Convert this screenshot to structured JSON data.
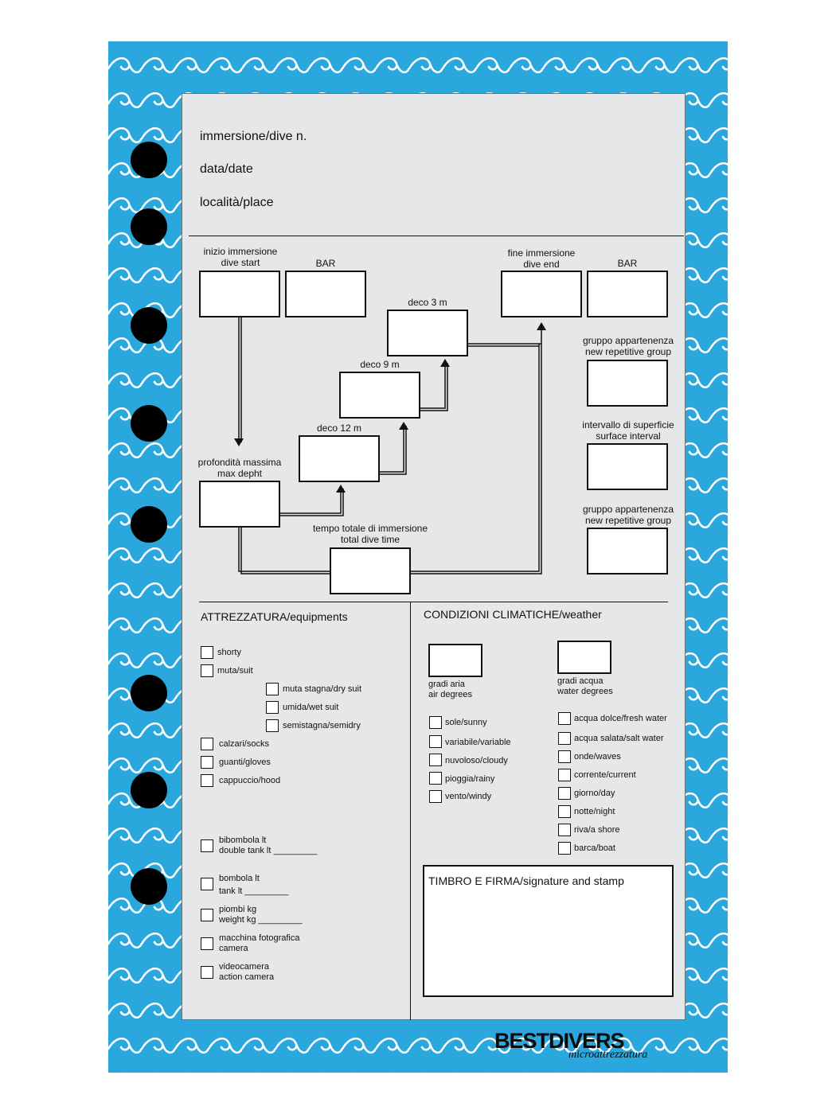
{
  "header": {
    "dive_no": "immersione/dive n.",
    "date": "data/date",
    "place": "località/place"
  },
  "profile": {
    "dive_start": [
      "inizio immersione",
      "dive start"
    ],
    "bar_start": "BAR",
    "dive_end": [
      "fine immersione",
      "dive end"
    ],
    "bar_end": "BAR",
    "deco3": "deco 3 m",
    "deco9": "deco 9 m",
    "deco12": "deco 12 m",
    "max_depth": [
      "profondità massima",
      "max depht"
    ],
    "total_time": [
      "tempo totale di immersione",
      "total dive time"
    ],
    "group1": [
      "gruppo appartenenza",
      "new repetitive group"
    ],
    "surface_interval": [
      "intervallo di superficie",
      "surface interval"
    ],
    "group2": [
      "gruppo appartenenza",
      "new repetitive group"
    ]
  },
  "equipment": {
    "title": "ATTREZZATURA/equipments",
    "items": {
      "shorty": "shorty",
      "suit": "muta/suit",
      "drysuit": "muta stagna/dry suit",
      "wetsuit": "umida/wet suit",
      "semidry": "semistagna/semidry",
      "socks": "calzari/socks",
      "gloves": "guanti/gloves",
      "hood": "cappuccio/hood",
      "double_tank": [
        "bibombola lt",
        "double tank lt  _________"
      ],
      "tank": [
        "bombola lt",
        "tank lt    _________"
      ],
      "weight": [
        "piombi kg",
        "weight kg _________"
      ],
      "camera": [
        "macchina fotografica",
        "camera"
      ],
      "videocamera": [
        "videocamera",
        "action camera"
      ]
    }
  },
  "weather": {
    "title": "CONDIZIONI CLIMATICHE/weather",
    "air": [
      "gradi aria",
      "air degrees"
    ],
    "water": [
      "gradi acqua",
      "water degrees"
    ],
    "left_items": [
      "sole/sunny",
      "variabile/variable",
      "nuvoloso/cloudy",
      "pioggia/rainy",
      "vento/windy"
    ],
    "right_items": [
      "acqua dolce/fresh water",
      "acqua salata/salt water",
      "onde/waves",
      "corrente/current",
      "giorno/day",
      "notte/night",
      "riva/a shore",
      "barca/boat"
    ]
  },
  "signature": "TIMBRO E FIRMA/signature and stamp",
  "brand": {
    "name": "BESTDIVERS",
    "tagline": "microattrezzatura"
  },
  "colors": {
    "frame": "#2aa7dc",
    "card": "#e6e7e8",
    "ink": "#111111"
  }
}
